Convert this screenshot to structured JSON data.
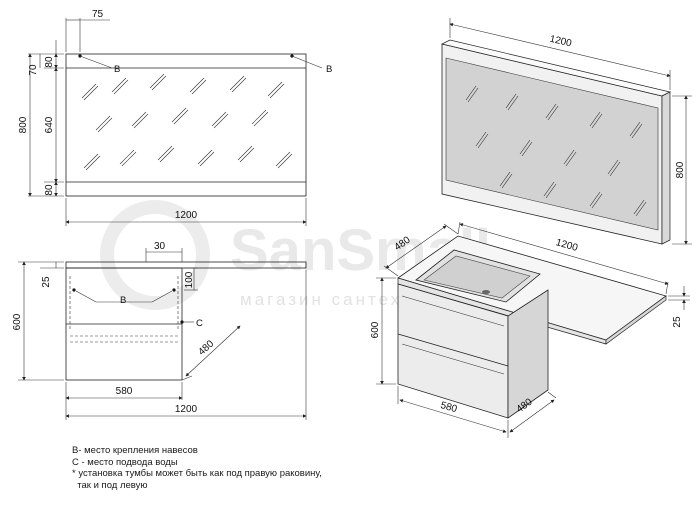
{
  "watermark": {
    "brand": "SanSmall",
    "tagline": "магазин сантехники"
  },
  "mirror_front": {
    "dims": [
      "75",
      "80",
      "70",
      "640",
      "80",
      "800",
      "1200"
    ],
    "marks": [
      "B",
      "B"
    ]
  },
  "vanity_front": {
    "dims": [
      "30",
      "25",
      "100",
      "600",
      "480",
      "580",
      "1200"
    ],
    "marks": [
      "B",
      "C"
    ]
  },
  "mirror_iso": {
    "dims": [
      "1200",
      "800"
    ]
  },
  "vanity_iso": {
    "dims": [
      "480",
      "1200",
      "600",
      "25",
      "580",
      "480"
    ]
  },
  "legend": [
    "В- место крепления навесов",
    "С - место подвода воды",
    "* установка тумбы может быть как под правую раковину,",
    "  так и под левую"
  ]
}
